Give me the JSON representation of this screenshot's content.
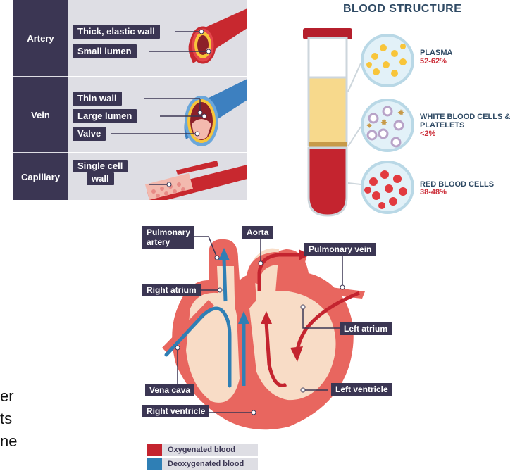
{
  "vessels": {
    "artery": {
      "label": "Artery",
      "tags": [
        "Thick, elastic wall",
        "Small lumen"
      ]
    },
    "vein": {
      "label": "Vein",
      "tags": [
        "Thin wall",
        "Large lumen",
        "Valve"
      ]
    },
    "capillary": {
      "label": "Capillary",
      "tags": [
        "Single cell",
        "wall"
      ]
    }
  },
  "blood": {
    "title": "BLOOD STRUCTURE",
    "components": [
      {
        "name": "PLASMA",
        "percent": "52-62%"
      },
      {
        "name_line1": "WHITE BLOOD CELLS &",
        "name_line2": "PLATELETS",
        "percent": "<2%"
      },
      {
        "name": "RED BLOOD CELLS",
        "percent": "38-48%"
      }
    ]
  },
  "heart": {
    "labels": {
      "pulmonary_artery_1": "Pulmonary",
      "pulmonary_artery_2": "artery",
      "aorta": "Aorta",
      "pulmonary_vein": "Pulmonary vein",
      "right_atrium": "Right atrium",
      "left_atrium": "Left atrium",
      "vena_cava": "Vena cava",
      "left_ventricle": "Left ventricle",
      "right_ventricle": "Right ventricle"
    },
    "legend": [
      {
        "label": "Oxygenated blood",
        "color": "#c4242f"
      },
      {
        "label": "Deoxygenated blood",
        "color": "#2f7fb5"
      }
    ]
  },
  "side_text": [
    "er",
    "ts",
    "ne"
  ],
  "colors": {
    "panel_dark": "#3b3653",
    "oxygenated": "#c4242f",
    "deoxygenated": "#2f7fb5"
  }
}
